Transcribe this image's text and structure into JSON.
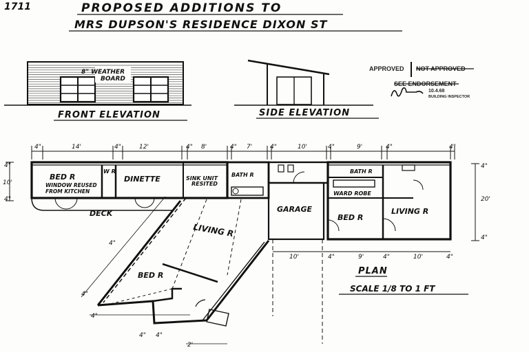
{
  "title": {
    "line1": "PROPOSED ADDITIONS TO",
    "line2": "MRS DUPSON'S RESIDENCE DIXON ST",
    "corner_mark": "1711"
  },
  "elevations": {
    "front_label": "FRONT ELEVATION",
    "side_label": "SIDE ELEVATION",
    "front_note_1": "8\" WEATHER",
    "front_note_2": "BOARD"
  },
  "stamp": {
    "approved": "APPROVED",
    "not_approved": "NOT APPROVED",
    "see_endorsement": "SEE ENDORSEMENT",
    "date": "10.4.68",
    "role": "BUILDING INSPECTOR"
  },
  "plan": {
    "label": "PLAN",
    "scale": "SCALE 1/8 TO 1 FT",
    "rooms": {
      "bed_left": "BED R",
      "wr": "W R",
      "dinette": "DINETTE",
      "sink_unit_1": "SINK UNIT",
      "sink_unit_2": "RESITED",
      "bath_left": "BATH R",
      "garage": "GARAGE",
      "bath_right": "BATH R",
      "ward_robe": "WARD ROBE",
      "bed_right": "BED R",
      "living_right": "LIVING R",
      "living_main": "LIVING R",
      "bed_new": "BED R",
      "deck": "DECK",
      "window_note_1": "WINDOW REUSED",
      "window_note_2": "FROM KITCHEN"
    },
    "dimensions": {
      "top": [
        "4\"",
        "14'",
        "4\"",
        "12'",
        "4\"",
        "8'",
        "4\"",
        "7'",
        "4\"",
        "10'",
        "4\"",
        "9'",
        "4\"",
        "4\""
      ],
      "left_height": "10'",
      "left_top": "4\"",
      "left_bottom": "4\"",
      "right_height": "20'",
      "right_top": "4\"",
      "right_bottom": "4\"",
      "bottom": [
        "10'",
        "4\"",
        "9'",
        "4\"",
        "10'",
        "4\""
      ],
      "wing_side": "4\"",
      "wing_bottom": [
        "4\"",
        "4\"",
        "4\"",
        "2'"
      ],
      "wing_left": "4\""
    }
  }
}
